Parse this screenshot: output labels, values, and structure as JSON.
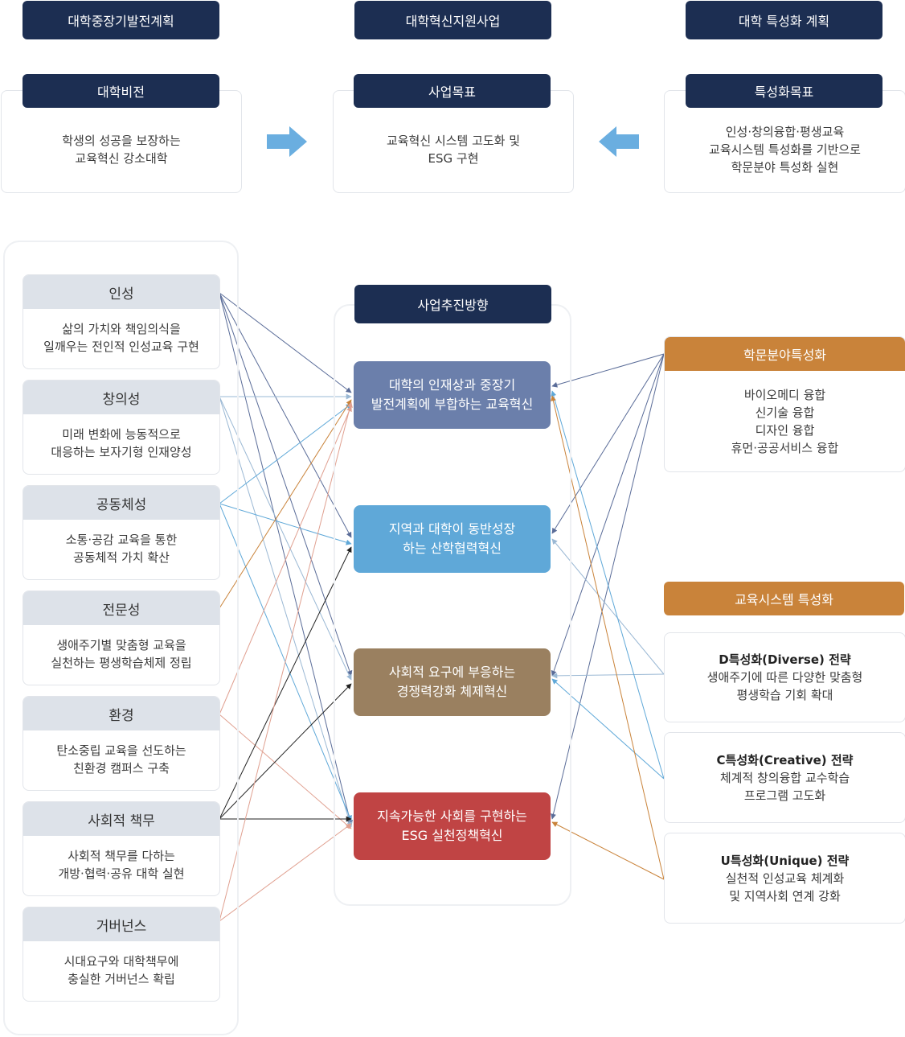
{
  "top_headers": [
    "대학중장기발전계획",
    "대학혁신지원사업",
    "대학 특성화 계획"
  ],
  "goals": [
    {
      "title": "대학비전",
      "lines": [
        "학생의 성공을 보장하는",
        "교육혁신 강소대학"
      ]
    },
    {
      "title": "사업목표",
      "lines": [
        "교육혁신 시스템 고도화 및",
        "ESG 구현"
      ]
    },
    {
      "title": "특성화목표",
      "lines": [
        "인성·창의융합·평생교육",
        "교육시스템 특성화를 기반으로",
        "학문분야 특성화 실현"
      ]
    }
  ],
  "values": [
    {
      "title": "인성",
      "lines": [
        "삶의 가치와 책임의식을",
        "일깨우는 전인적 인성교육 구현"
      ]
    },
    {
      "title": "창의성",
      "lines": [
        "미래 변화에 능동적으로",
        "대응하는 보자기형 인재양성"
      ]
    },
    {
      "title": "공동체성",
      "lines": [
        "소통·공감 교육을 통한",
        "공동체적 가치 확산"
      ]
    },
    {
      "title": "전문성",
      "lines": [
        "생애주기별 맞춤형 교육을",
        "실천하는 평생학습체제 정립"
      ]
    },
    {
      "title": "환경",
      "lines": [
        "탄소중립 교육을 선도하는",
        "친환경 캠퍼스 구축"
      ]
    },
    {
      "title": "사회적 책무",
      "lines": [
        "사회적 책무를 다하는",
        "개방·협력·공유 대학 실현"
      ]
    },
    {
      "title": "거버넌스",
      "lines": [
        "시대요구와 대학책무에",
        "충실한 거버넌스 확립"
      ]
    }
  ],
  "direction_title": "사업추진방향",
  "directions": [
    {
      "lines": [
        "대학의 인재상과 중장기",
        "발전계획에 부합하는 교육혁신"
      ],
      "color": "#6b7fab"
    },
    {
      "lines": [
        "지역과 대학이 동반성장",
        "하는 산학협력혁신"
      ],
      "color": "#5fa8d8"
    },
    {
      "lines": [
        "사회적 요구에 부응하는",
        "경쟁력강화 체제혁신"
      ],
      "color": "#9a8060"
    },
    {
      "lines": [
        "지속가능한 사회를 구현하는",
        "ESG 실천정책혁신"
      ],
      "color": "#c04444"
    }
  ],
  "academic": {
    "title": "학문분야특성화",
    "lines": [
      "바이오메디 융합",
      "신기술 융합",
      "디자인 융합",
      "휴먼·공공서비스 융합"
    ]
  },
  "edu_system": {
    "title": "교육시스템 특성화"
  },
  "strategies": [
    {
      "title": "D특성화(Diverse) 전략",
      "lines": [
        "생애주기에 따른 다양한 맞춤형",
        "평생학습 기회 확대"
      ]
    },
    {
      "title": "C특성화(Creative) 전략",
      "lines": [
        "체계적 창의융합 교수학습",
        "프로그램 고도화"
      ]
    },
    {
      "title": "U특성화(Unique) 전략",
      "lines": [
        "실천적 인성교육 체계화",
        "및 지역사회 연계 강화"
      ]
    }
  ],
  "colors": {
    "navy": "#1c2e52",
    "orange": "#c9833a",
    "arrow": "#6aaee0",
    "line_navy": "#5a6c98",
    "line_blue": "#5fa8d8",
    "line_orange": "#c9833a",
    "line_pink": "#e0a090",
    "line_black": "#222222",
    "line_lightblue": "#9ab8d4"
  }
}
